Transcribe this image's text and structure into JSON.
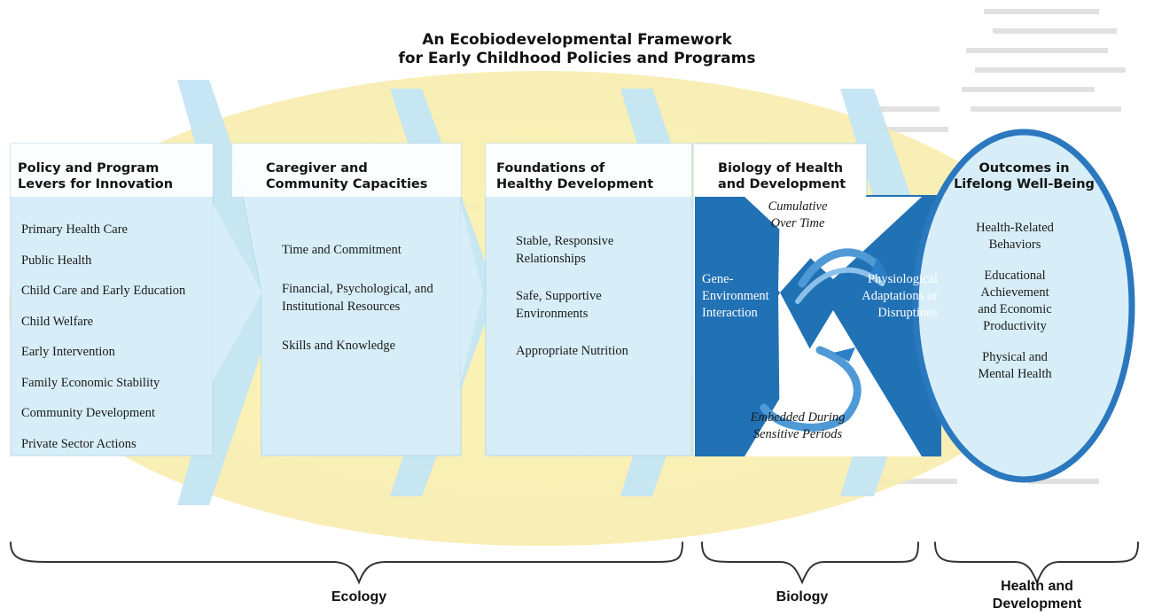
{
  "title": {
    "line1": "An Ecobiodevelopmental Framework",
    "line2": "for Early Childhood Policies and Programs"
  },
  "columns": [
    {
      "heading_line1": "Policy and Program",
      "heading_line2": "Levers for Innovation",
      "items": [
        "Primary Health Care",
        "Public Health",
        "Child Care and Early Education",
        "Child Welfare",
        "Early Intervention",
        "Family Economic Stability",
        "Community Development",
        "Private Sector Actions"
      ]
    },
    {
      "heading_line1": "Caregiver and",
      "heading_line2": "Community Capacities",
      "items": [
        "Time and Commitment",
        "Financial, Psychological, and Institutional Resources",
        "Skills and Knowledge"
      ]
    },
    {
      "heading_line1": "Foundations of",
      "heading_line2": "Healthy Development",
      "items": [
        "Stable, Responsive Relationships",
        "Safe, Supportive Environments",
        "Appropriate Nutrition"
      ]
    },
    {
      "heading_line1": "Biology of Health",
      "heading_line2": "and Development",
      "top_label_line1": "Cumulative",
      "top_label_line2": "Over Time",
      "left_label_line1": "Gene-",
      "left_label_line2": "Environment",
      "left_label_line3": "Interaction",
      "right_label_line1": "Physiological",
      "right_label_line2": "Adaptations or",
      "right_label_line3": "Disruptions",
      "bottom_label_line1": "Embedded During",
      "bottom_label_line2": "Sensitive Periods"
    },
    {
      "heading_line1": "Outcomes in",
      "heading_line2": "Lifelong Well-Being",
      "items": [
        {
          "line1": "Health-Related",
          "line2": "Behaviors",
          "line3": ""
        },
        {
          "line1": "Educational",
          "line2": "Achievement",
          "line3": "and Economic",
          "line4": "Productivity"
        },
        {
          "line1": "Physical and",
          "line2": "Mental Health",
          "line3": ""
        }
      ]
    }
  ],
  "braces": {
    "ecology": "Ecology",
    "biology": "Biology",
    "health_line1": "Health and",
    "health_line2": "Development"
  },
  "colors": {
    "panel": "#d6edf8",
    "arrow": "#bfe3f3",
    "biology_blue": "#1f70b8",
    "yellow_oval": "#fbf3b8"
  }
}
